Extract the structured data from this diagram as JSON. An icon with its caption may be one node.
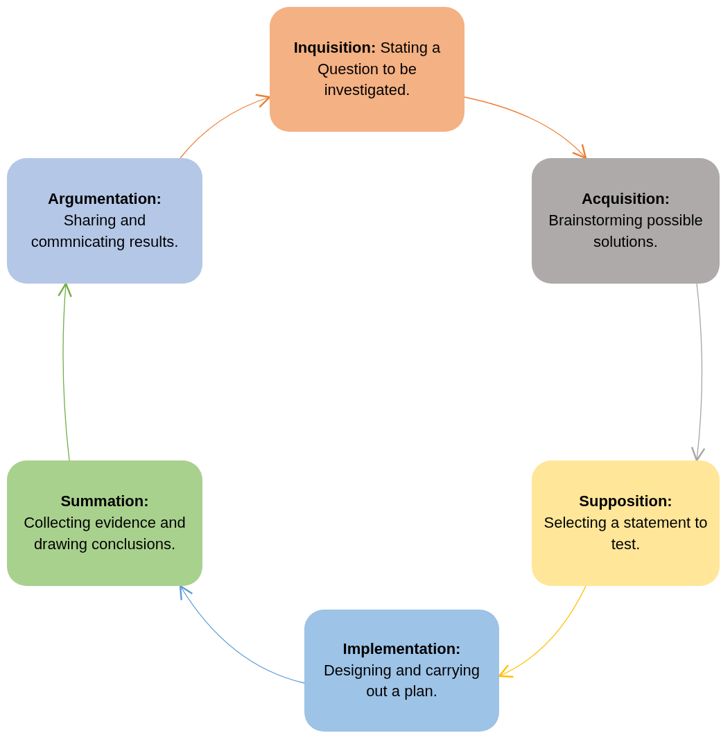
{
  "diagram": {
    "nodes": [
      {
        "text": [
          "**Inquisition:** Stating a Question to be investigated."
        ]
      },
      {
        "text": [
          "Acquisition:",
          "Brainstorming possible solutions."
        ]
      },
      {
        "text": [
          "Supposition:",
          "Selecting a statement to test."
        ]
      },
      {
        "text": [
          "Implementation:",
          "Designing and carrying out a plan."
        ]
      },
      {
        "text": [
          "Summation:",
          "Collecting evidence and drawing conclusions."
        ]
      },
      {
        "text": [
          "Argumentation:",
          "Sharing and commnicating results."
        ]
      }
    ],
    "edges": [
      {
        "from": 0,
        "to": 1,
        "arrow": "to",
        "color": "#ed7d31"
      },
      {
        "from": 1,
        "to": 2,
        "arrow": "to",
        "color": "#a5a5a5"
      },
      {
        "from": 2,
        "to": 3,
        "arrow": "to",
        "color": "#ffc000"
      },
      {
        "from": 3,
        "to": 4,
        "arrow": "to",
        "color": "#5b9bd5"
      },
      {
        "from": 4,
        "to": 5,
        "arrow": "to",
        "color": "#70ad47"
      },
      {
        "from": 5,
        "to": 0,
        "arrow": "to",
        "color": "#ed7d31"
      }
    ]
  }
}
